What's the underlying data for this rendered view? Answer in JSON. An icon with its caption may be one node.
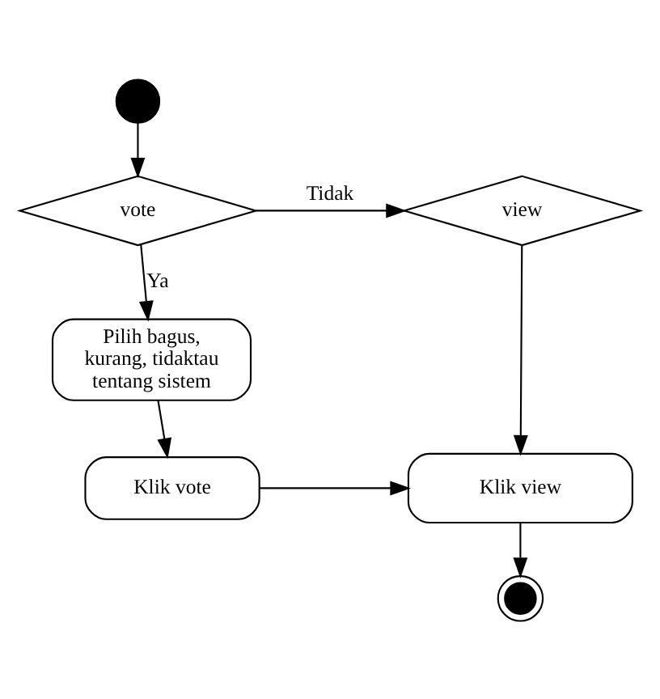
{
  "diagram": {
    "nodes": [
      {
        "text": [],
        "shape": "circle"
      },
      {
        "text": [
          "vote"
        ]
      },
      {
        "text": [
          "view"
        ]
      },
      {
        "text": [
          "Pilih bagus, kurang, tidaktau tentang sistem"
        ]
      },
      {
        "text": [
          "Klik vote"
        ]
      },
      {
        "text": [
          "Klik view"
        ]
      },
      {
        "text": [],
        "shape": "circle"
      }
    ],
    "edges": [
      {
        "from": 0,
        "to": 1,
        "arrow": "to"
      },
      {
        "from": 1,
        "to": 2,
        "arrow": "to",
        "label": "Tidak"
      },
      {
        "from": 1,
        "to": 3,
        "arrow": "to",
        "label": "Ya"
      },
      {
        "from": 3,
        "to": 4,
        "arrow": "to"
      },
      {
        "from": 4,
        "to": 5,
        "arrow": "to"
      },
      {
        "from": 2,
        "to": 5,
        "arrow": "to"
      },
      {
        "from": 5,
        "to": 6,
        "arrow": "to"
      }
    ]
  }
}
